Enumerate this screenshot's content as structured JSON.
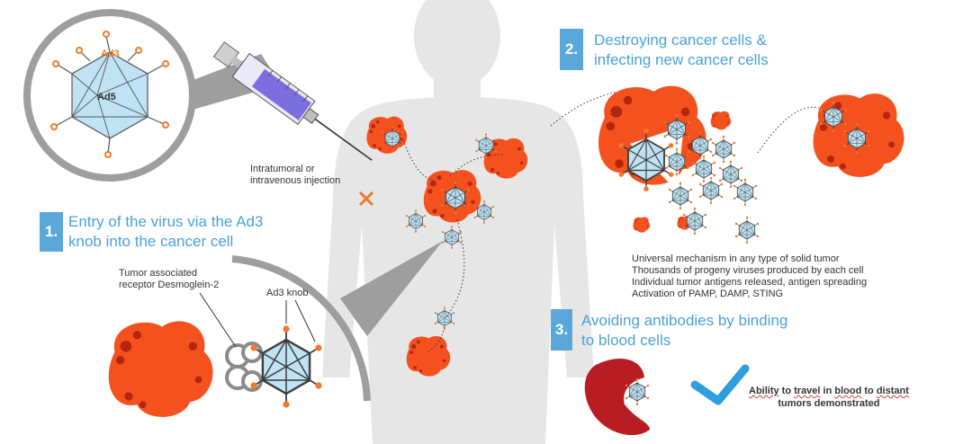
{
  "colors": {
    "tumor": "#f4511e",
    "tumor_dark": "#b3260f",
    "virus_fill": "#bfe3f4",
    "virus_stroke": "#3d3d3d",
    "accent_blue": "#5aa8d9",
    "silhouette": "#e6e6e6",
    "rbc": "#b81d24",
    "check": "#2f9de0",
    "ad3_orange": "#f07a2a"
  },
  "capsid": {
    "outer_label": "Ad3",
    "inner_label": "Ad5"
  },
  "injection": {
    "line1": "Intratumoral or",
    "line2": "intravenous injection"
  },
  "steps": [
    {
      "number": "1.",
      "line1": "Entry of the virus via the Ad3",
      "line2": "knob into the cancer cell"
    },
    {
      "number": "2.",
      "line1": "Destroying cancer cells &",
      "line2": "infecting new cancer cells"
    },
    {
      "number": "3.",
      "line1": "Avoiding antibodies by binding",
      "line2": "to blood cells"
    }
  ],
  "receptor": {
    "line1": "Tumor associated",
    "line2": "receptor Desmoglein-2"
  },
  "knob_label": "Ad3 knob",
  "bullets": [
    "Universal mechanism in any type of solid tumor",
    "Thousands of progeny viruses produced by each cell",
    "Individual tumor antigens released, antigen spreading",
    "Activation of PAMP, DAMP, STING"
  ],
  "ability": {
    "w1": "Ability",
    "w2": " to ",
    "w3": "travel",
    "w4": " in ",
    "w5": "blood",
    "w6": " to ",
    "w7": "distant",
    "line2": "tumors demonstrated"
  },
  "icons": [
    "syringe-icon",
    "check-icon",
    "virus-icon",
    "red-blood-cell-icon",
    "body-silhouette"
  ]
}
